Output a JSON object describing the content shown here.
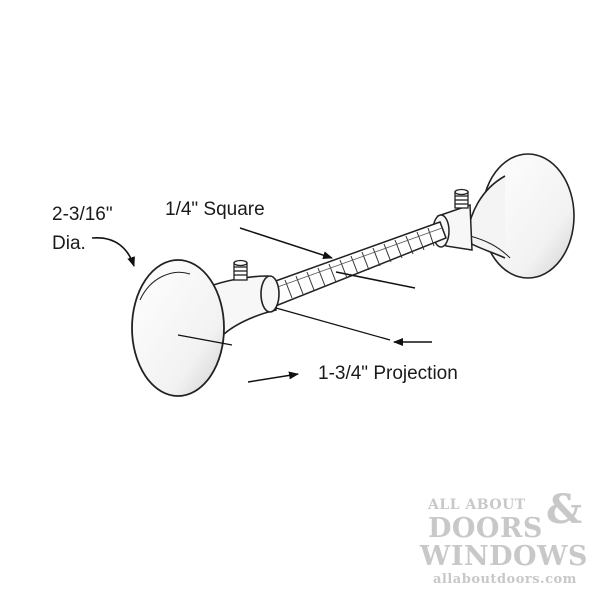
{
  "labels": {
    "diameter_line1": "2-3/16\"",
    "diameter_line2": "Dia.",
    "square": "1/4\" Square",
    "projection": "1-3/4\" Projection"
  },
  "watermark": {
    "line1": "ALL ABOUT",
    "line2": "DOORS",
    "ampersand": "&",
    "line3": "WINDOWS",
    "url": "allaboutdoors.com",
    "color": "#c8c8c8"
  }
}
